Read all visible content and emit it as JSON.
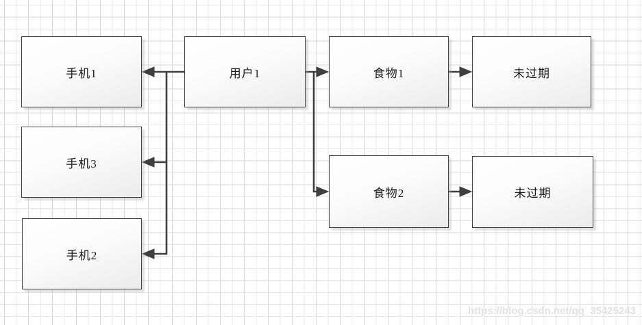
{
  "diagram": {
    "nodes": [
      {
        "id": "phone1",
        "label": "手机1"
      },
      {
        "id": "phone3",
        "label": "手机3"
      },
      {
        "id": "phone2",
        "label": "手机2"
      },
      {
        "id": "user1",
        "label": "用户1"
      },
      {
        "id": "food1",
        "label": "食物1"
      },
      {
        "id": "expire1",
        "label": "未过期"
      },
      {
        "id": "food2",
        "label": "食物2"
      },
      {
        "id": "expire2",
        "label": "未过期"
      }
    ],
    "edges": [
      {
        "from": "用户1",
        "to": "手机1"
      },
      {
        "from": "用户1",
        "to": "手机3"
      },
      {
        "from": "用户1",
        "to": "手机2"
      },
      {
        "from": "用户1",
        "to": "食物1"
      },
      {
        "from": "用户1",
        "to": "食物2"
      },
      {
        "from": "食物1",
        "to": "未过期"
      },
      {
        "from": "食物2",
        "to": "未过期"
      }
    ],
    "colors": {
      "connector": "#3f3f3f",
      "node_border": "#404040",
      "node_fill_top": "#ffffff",
      "node_fill_bottom": "#ebebeb",
      "grid_minor": "#e9e9e9",
      "grid_major": "#d7d7d7",
      "watermark": "#e2e2e2"
    }
  },
  "watermark": {
    "text": "https://blog.csdn.net/qq_35425243"
  }
}
